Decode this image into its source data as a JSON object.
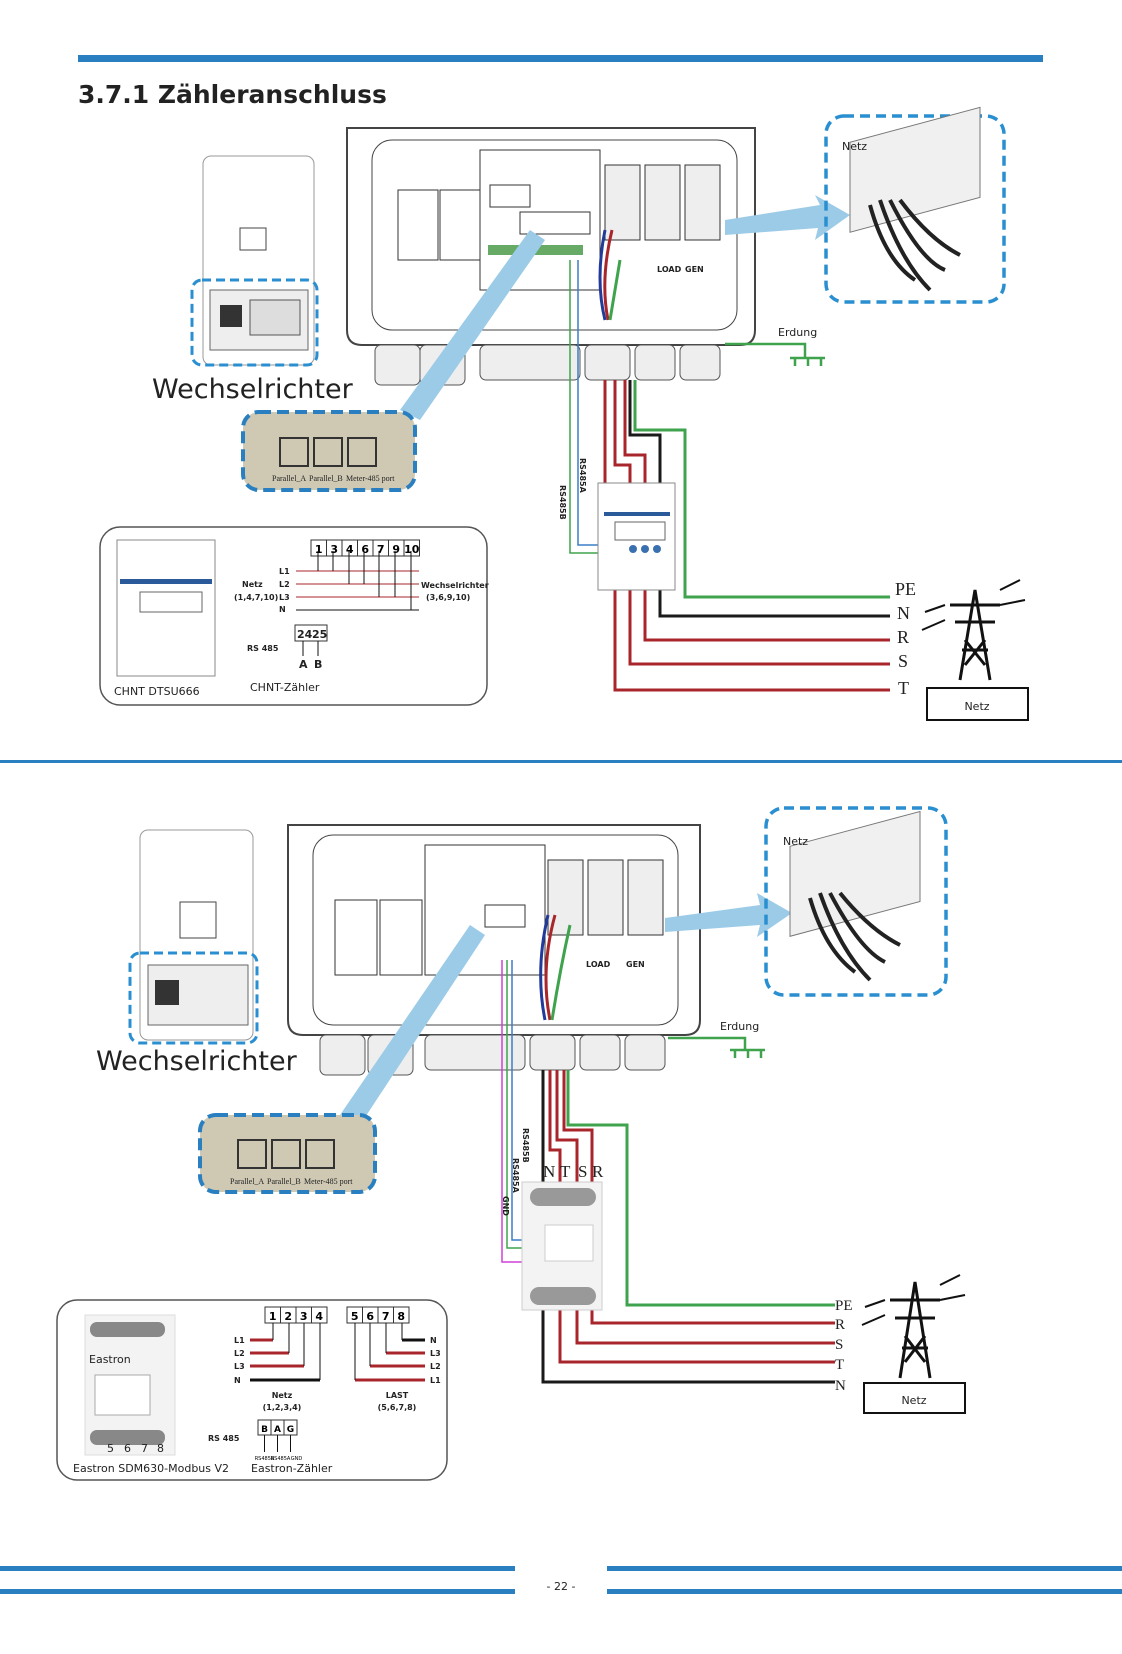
{
  "header": {
    "title": "3.7.1 Zähleranschluss"
  },
  "colors": {
    "accent": "#2a7fc0",
    "phase": "#a8262b",
    "neutral": "#1a1a1a",
    "pe": "#3fa34d",
    "rs485a": "#3a7fc6",
    "gnd": "#d040d8",
    "arrow": "#9ccbe8",
    "port_box": "#cfc9b4"
  },
  "section1": {
    "inverter_label": "Wechselrichter",
    "grid_breaker_label": "Netz",
    "ground_label": "Erdung",
    "terminal_labels": [
      "LOAD",
      "GEN"
    ],
    "ports": [
      "Parallel_A",
      "Parallel_B",
      "Meter-485 port"
    ],
    "rs485_labels": [
      "RS485A",
      "RS485B"
    ],
    "line_labels": [
      "PE",
      "N",
      "R",
      "S",
      "T"
    ],
    "grid_box": "Netz",
    "inset": {
      "meter_name": "CHNT  DTSU666",
      "caption": "CHNT-Zähler",
      "terminals": [
        "1",
        "3",
        "4",
        "6",
        "7",
        "9",
        "10"
      ],
      "lines": [
        "L1",
        "L2",
        "L3",
        "N"
      ],
      "netz": "Netz",
      "netz_terminals": "(1,4,7,10)",
      "inverter": "Wechselrichter",
      "inverter_terminals": "(3,6,9,10)",
      "rs485": "RS 485",
      "rs485_terminals": [
        "24",
        "25"
      ],
      "rs485_pins": [
        "A",
        "B"
      ]
    }
  },
  "section2": {
    "inverter_label": "Wechselrichter",
    "grid_breaker_label": "Netz",
    "ground_label": "Erdung",
    "terminal_labels": [
      "LOAD",
      "GEN"
    ],
    "ports": [
      "Parallel_A",
      "Parallel_B",
      "Meter-485 port"
    ],
    "rs485_labels": [
      "RS485B",
      "RS485A",
      "GND"
    ],
    "meter_top_labels": [
      "N",
      "T",
      "S",
      "R"
    ],
    "line_labels": [
      "PE",
      "R",
      "S",
      "T",
      "N"
    ],
    "grid_box": "Netz",
    "inset": {
      "meter_name": "Eastron  SDM630-Modbus V2",
      "brand": "Eastron",
      "caption": "Eastron-Zähler",
      "grid_terminals": [
        "1",
        "2",
        "3",
        "4"
      ],
      "load_terminals": [
        "5",
        "6",
        "7",
        "8"
      ],
      "grid_lines": [
        "L1",
        "L2",
        "L3",
        "N"
      ],
      "load_lines": [
        "N",
        "L3",
        "L2",
        "L1"
      ],
      "netz": "Netz",
      "netz_terminals": "(1,2,3,4)",
      "last": "LAST",
      "last_terminals": "(5,6,7,8)",
      "rs485": "RS 485",
      "rs485_terminals": [
        "B",
        "A",
        "G"
      ],
      "rs485_pins": [
        "RS485B",
        "RS485A",
        "GND"
      ],
      "bottom_numbers": [
        "5",
        "6",
        "7",
        "8"
      ]
    }
  },
  "footer": {
    "page_number": "- 22 -"
  }
}
